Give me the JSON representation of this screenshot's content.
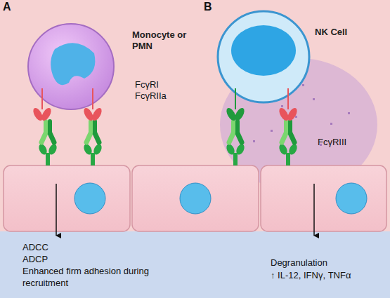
{
  "diagram": {
    "nodes": [
      {
        "text": [
          "Monocyte or PMN"
        ]
      },
      {
        "text": [
          "NK Cell"
        ]
      }
    ],
    "labels": [
      "A",
      "B",
      "FcγRI",
      "FcγRIIa",
      "FcγRIII",
      "ADCC",
      "ADCP",
      "Enhanced firm adhesion during recruitment",
      "Degranulation",
      "↑ IL-12, IFNγ, TNFα"
    ]
  }
}
